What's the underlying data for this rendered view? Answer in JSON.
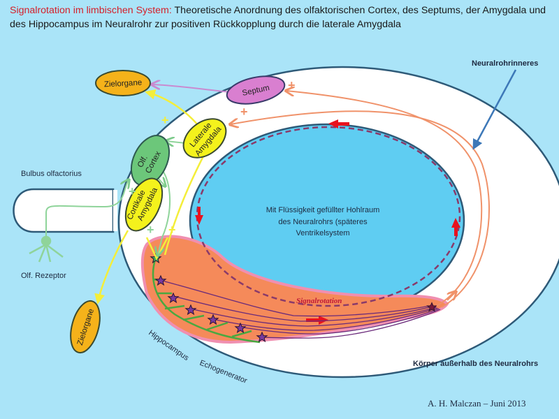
{
  "title": {
    "highlight": "Signalrotation im limbischen System:",
    "text": " Theoretische Anordnung des olfaktorischen Cortex, des Septums, der Amygdala und des Hippocampus im Neuralrohr zur positiven Rückkopplung durch die laterale Amygdala"
  },
  "labels": {
    "neuralrohrinneres": "Neuralrohrinneres",
    "bulbus": "Bulbus olfactorius",
    "rezeptor": "Olf. Rezeptor",
    "cavity_line1": "Mit Flüssigkeit gefüllter Hohlraum",
    "cavity_line2": "des Neuralrohrs (späteres",
    "cavity_line3": "Ventrikelsystem",
    "signalrotation": "Signalrotation",
    "hippocampus": "Hippocampus",
    "echogenerator": "Echogenerator",
    "koerper": "Körper außerhalb des Neuralrohrs",
    "author": "A. H. Malczan – Juni 2013"
  },
  "nodes": {
    "zielorgane_top": "Zielorgane",
    "septum": "Septum",
    "lateral_amygdala_l1": "Laterale",
    "lateral_amygdala_l2": "Amygdala",
    "olf_cortex_l1": "Olf.",
    "olf_cortex_l2": "Cortex",
    "cortical_amygdala_l1": "Cortikale",
    "cortical_amygdala_l2": "Amygdala",
    "zielorgane_bottom": "Zielorgane"
  },
  "signs": {
    "plus": "+"
  },
  "colors": {
    "background": "#aae4f8",
    "tube_wall": "#ffffff",
    "cavity": "#5fcdf2",
    "outline": "#2e5a78",
    "hippocampus": "#f58a5a",
    "orange_path": "#f0926a",
    "yellow_path": "#f7f050",
    "green_path": "#8fd49a",
    "septum": "#d97fd0",
    "zielorgane": "#f5b21a",
    "amygdala": "#f4f21c",
    "cortex": "#6cc77a",
    "signal_red": "#e8121e",
    "dashed": "#8a3a6a",
    "star_purple": "#7a3aa0",
    "highlight_red": "#d4202a"
  }
}
